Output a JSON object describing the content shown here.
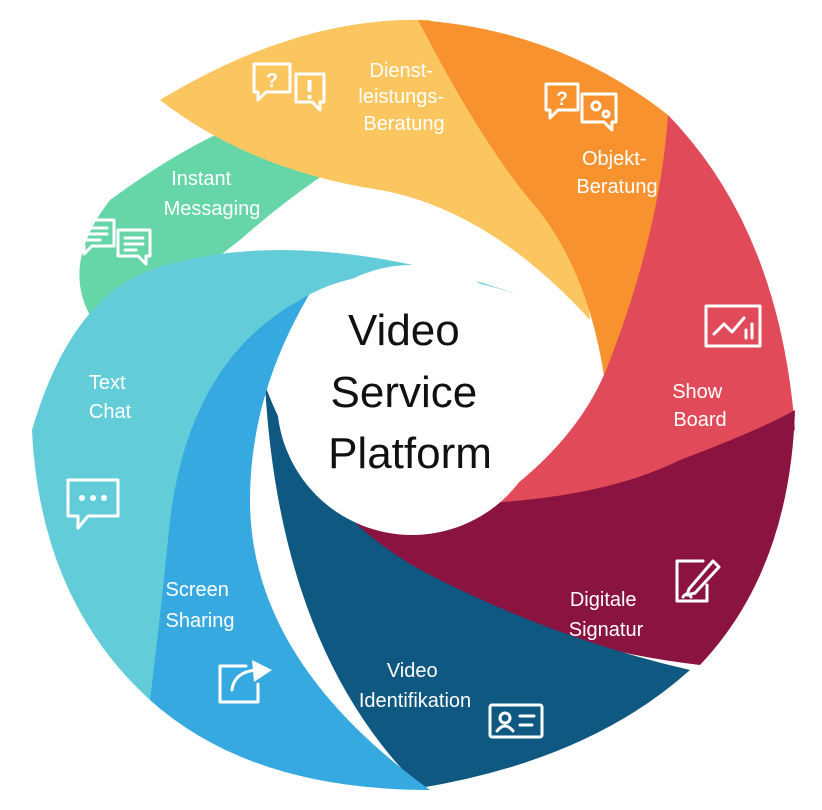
{
  "center": {
    "lines": [
      "Video",
      "Service",
      "Platform"
    ]
  },
  "segments": [
    {
      "id": "dienstleistungs-beratung",
      "lines": [
        "Dienst-",
        "leistungs-",
        "Beratung"
      ],
      "color": "#FBC55F",
      "icon": "question-exclamation-bubbles-icon"
    },
    {
      "id": "objekt-beratung",
      "lines": [
        "Objekt-",
        "Beratung"
      ],
      "color": "#F7922E",
      "icon": "question-gears-bubbles-icon"
    },
    {
      "id": "show-board",
      "lines": [
        "Show",
        "Board"
      ],
      "color": "#E14A58",
      "icon": "chart-board-icon"
    },
    {
      "id": "digitale-signatur",
      "lines": [
        "Digitale",
        "Signatur"
      ],
      "color": "#8B1340",
      "icon": "signature-pen-icon"
    },
    {
      "id": "video-identifikation",
      "lines": [
        "Video",
        "Identifikation"
      ],
      "color": "#0E5882",
      "icon": "id-card-icon"
    },
    {
      "id": "screen-sharing",
      "lines": [
        "Screen",
        "Sharing"
      ],
      "color": "#36A9E1",
      "icon": "share-arrow-icon"
    },
    {
      "id": "text-chat",
      "lines": [
        "Text",
        "Chat"
      ],
      "color": "#63CCD9",
      "icon": "chat-dots-icon"
    },
    {
      "id": "instant-messaging",
      "lines": [
        "Instant",
        "Messaging"
      ],
      "color": "#66D6A8",
      "icon": "messages-icon"
    }
  ]
}
